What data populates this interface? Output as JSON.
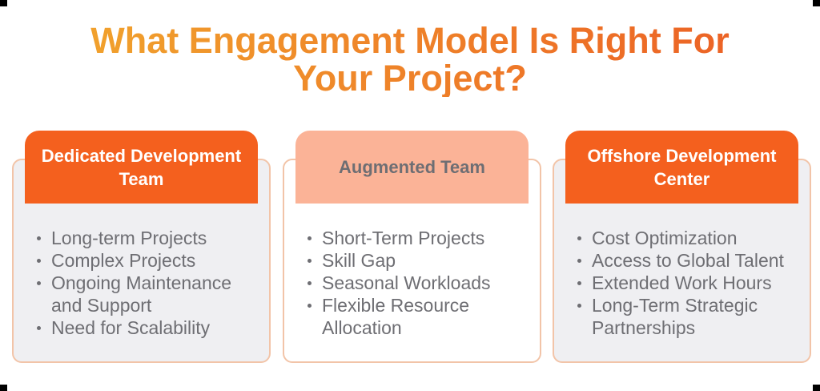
{
  "title": {
    "line1": "What Engagement Model Is Right For",
    "line2": "Your Project?"
  },
  "cards": [
    {
      "title": "Dedicated Development Team",
      "items": [
        "Long-term Projects",
        "Complex Projects",
        "Ongoing Maintenance and Support",
        "Need for Scalability"
      ]
    },
    {
      "title": "Augmented Team",
      "items": [
        "Short-Term Projects",
        "Skill Gap",
        "Seasonal Workloads",
        "Flexible Resource Allocation"
      ]
    },
    {
      "title": "Offshore Development Center",
      "items": [
        "Cost Optimization",
        "Access to Global Talent",
        "Extended Work Hours",
        "Long-Term Strategic Partnerships"
      ]
    }
  ],
  "colors": {
    "header_orange": "#F4601E",
    "header_peach": "#FBB397",
    "body_gray": "#EFEFF2",
    "body_white": "#FFFFFF",
    "border_peach": "#F2C4A8",
    "text_gray": "#6E6E73",
    "title_gradient_start": "#F1A32D",
    "title_gradient_end": "#EC6125",
    "corner_mark": "#000000"
  }
}
